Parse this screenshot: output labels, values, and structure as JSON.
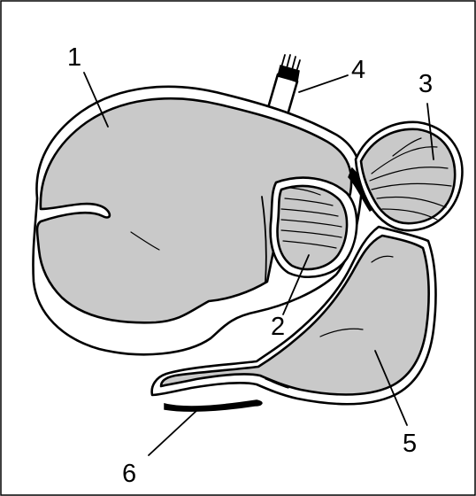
{
  "colors": {
    "organ_fill": "#c9c9c9",
    "outline": "#000000",
    "background": "#ffffff"
  },
  "labels": [
    {
      "id": "1",
      "text": "1"
    },
    {
      "id": "2",
      "text": "2"
    },
    {
      "id": "3",
      "text": "3"
    },
    {
      "id": "4",
      "text": "4"
    },
    {
      "id": "5",
      "text": "5"
    },
    {
      "id": "6",
      "text": "6"
    }
  ]
}
